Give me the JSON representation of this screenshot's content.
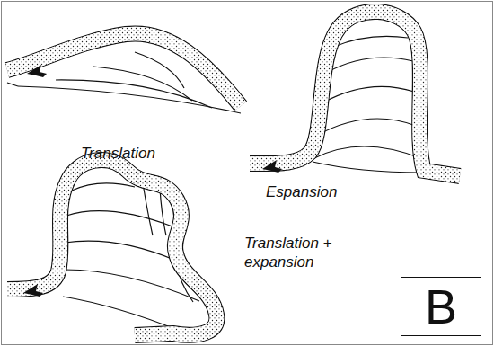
{
  "diagram": {
    "nodes": [
      {
        "text": [
          "B"
        ]
      }
    ],
    "labels": [
      "Translation",
      "Espansion",
      "Translation + expansion"
    ]
  }
}
